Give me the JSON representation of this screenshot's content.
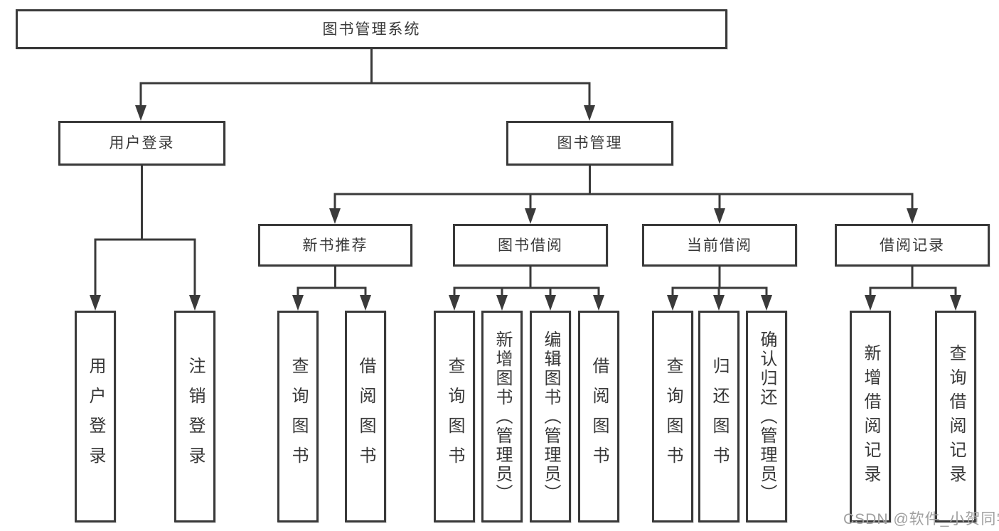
{
  "diagram": {
    "type": "hierarchy-tree",
    "root": {
      "label": "图书管理系统"
    },
    "branches": [
      {
        "label": "用户登录",
        "children": [
          {
            "label": "用户登录"
          },
          {
            "label": "注销登录"
          }
        ]
      },
      {
        "label": "图书管理",
        "children": [
          {
            "label": "新书推荐",
            "children": [
              {
                "label": "查询图书"
              },
              {
                "label": "借阅图书"
              }
            ]
          },
          {
            "label": "图书借阅",
            "children": [
              {
                "label": "查询图书"
              },
              {
                "label": "新增图书（管理员）"
              },
              {
                "label": "编辑图书（管理员）"
              },
              {
                "label": "借阅图书"
              }
            ]
          },
          {
            "label": "当前借阅",
            "children": [
              {
                "label": "查询图书"
              },
              {
                "label": "归还图书"
              },
              {
                "label": "确认归还（管理员）"
              }
            ]
          },
          {
            "label": "借阅记录",
            "children": [
              {
                "label": "新增借阅记录"
              },
              {
                "label": "查询借阅记录"
              }
            ]
          }
        ]
      }
    ]
  },
  "watermark": {
    "text": "CSDN @软件_小贺同学"
  },
  "colors": {
    "line": "#3a3a3a",
    "box_border": "#3a3a3a",
    "text": "#383838",
    "watermark": "#a0a0a0",
    "background": "#ffffff"
  }
}
